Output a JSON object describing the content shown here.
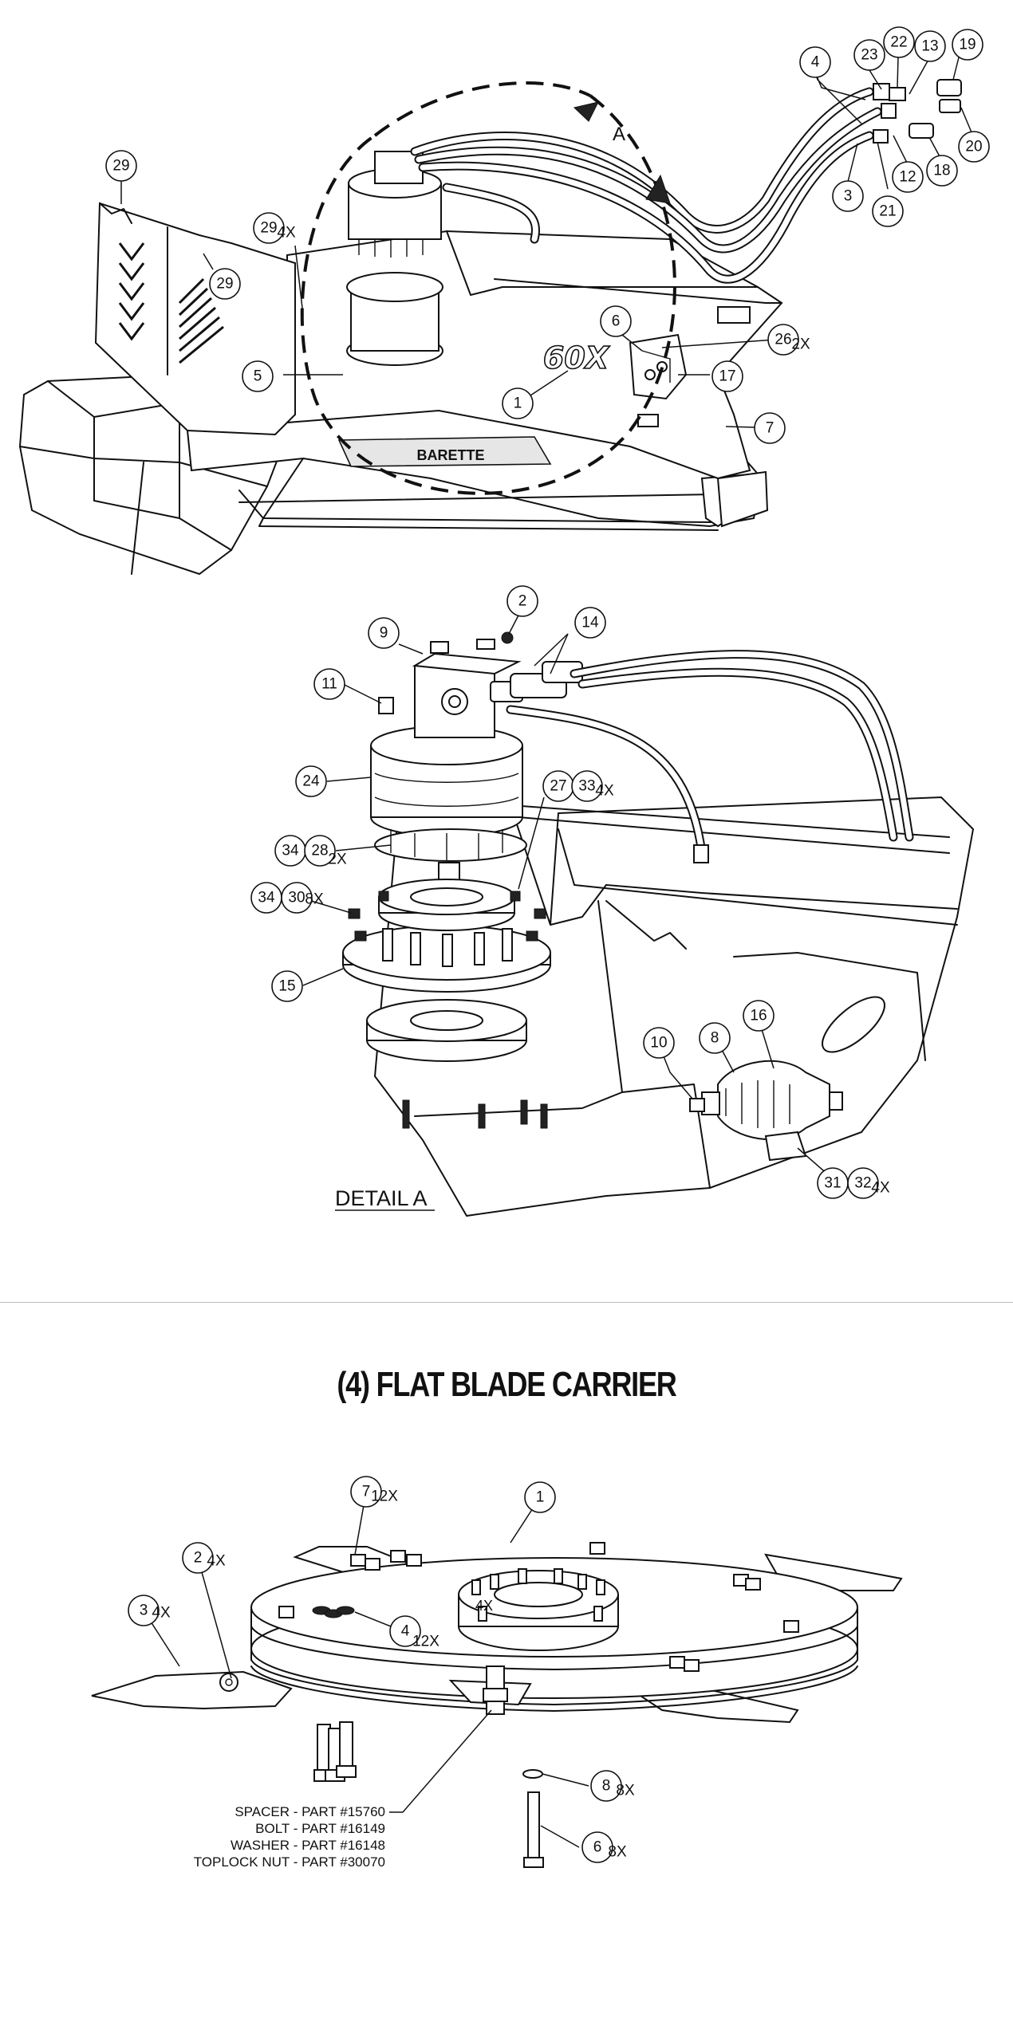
{
  "detail_label": "DETAIL  A",
  "view_label": "A",
  "section_title": "(4) FLAT BLADE CARRIER",
  "model_badge": "60X",
  "brand_badge": "BARETTE",
  "top_callouts": [
    {
      "n": "29",
      "mult": ""
    },
    {
      "n": "29",
      "mult": "4X"
    },
    {
      "n": "29",
      "mult": ""
    },
    {
      "n": "5",
      "mult": ""
    },
    {
      "n": "1",
      "mult": ""
    },
    {
      "n": "6",
      "mult": ""
    },
    {
      "n": "26",
      "mult": "2X"
    },
    {
      "n": "17",
      "mult": ""
    },
    {
      "n": "7",
      "mult": ""
    },
    {
      "n": "4",
      "mult": ""
    },
    {
      "n": "3",
      "mult": ""
    },
    {
      "n": "21",
      "mult": ""
    },
    {
      "n": "12",
      "mult": ""
    },
    {
      "n": "18",
      "mult": ""
    },
    {
      "n": "23",
      "mult": ""
    },
    {
      "n": "22",
      "mult": ""
    },
    {
      "n": "13",
      "mult": ""
    },
    {
      "n": "19",
      "mult": ""
    },
    {
      "n": "20",
      "mult": ""
    }
  ],
  "detail_callouts": [
    {
      "n": "2",
      "mult": ""
    },
    {
      "n": "9",
      "mult": ""
    },
    {
      "n": "14",
      "mult": ""
    },
    {
      "n": "11",
      "mult": ""
    },
    {
      "n": "24",
      "mult": ""
    },
    {
      "n": "27",
      "mult": ""
    },
    {
      "n": "33",
      "mult": "4X"
    },
    {
      "n": "34",
      "mult": ""
    },
    {
      "n": "28",
      "mult": "2X"
    },
    {
      "n": "34",
      "mult": ""
    },
    {
      "n": "30",
      "mult": "8X"
    },
    {
      "n": "15",
      "mult": ""
    },
    {
      "n": "10",
      "mult": ""
    },
    {
      "n": "8",
      "mult": ""
    },
    {
      "n": "16",
      "mult": ""
    },
    {
      "n": "31",
      "mult": ""
    },
    {
      "n": "32",
      "mult": "4X"
    }
  ],
  "carrier_callouts": [
    {
      "n": "7",
      "mult": "12X"
    },
    {
      "n": "1",
      "mult": ""
    },
    {
      "n": "2",
      "mult": "4X"
    },
    {
      "n": "3",
      "mult": "4X"
    },
    {
      "n": "4",
      "mult": "12X"
    },
    {
      "n": "8",
      "mult": "8X"
    },
    {
      "n": "6",
      "mult": "8X"
    }
  ],
  "carrier_inline_4x": "4X",
  "parts_note": [
    "SPACER - PART #15760",
    "BOLT - PART #16149",
    "WASHER - PART #16148",
    "TOPLOCK NUT - PART #30070"
  ]
}
